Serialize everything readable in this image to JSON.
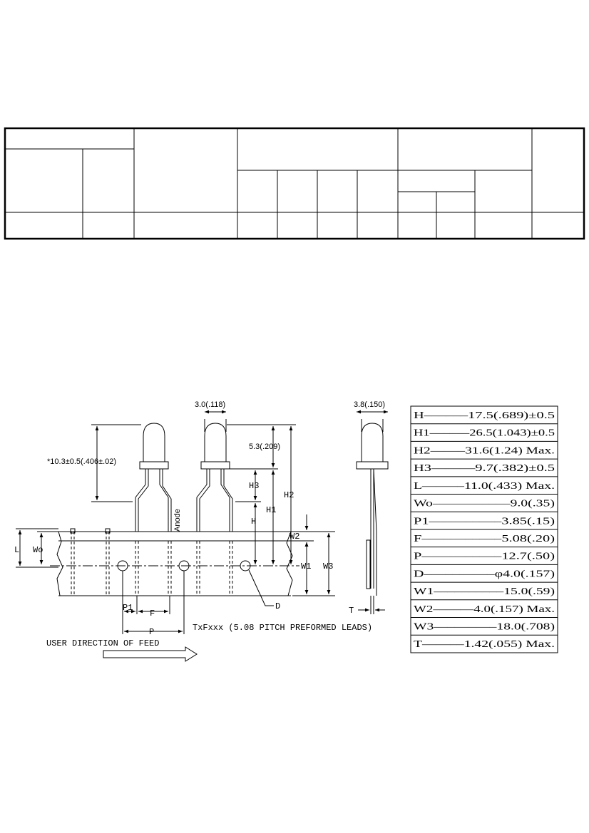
{
  "colors": {
    "ink": "#000000",
    "paper": "#ffffff"
  },
  "spec_table": [
    "H––––––17.5(.689)±0.5",
    "H1––––––26.5(1.043)±0.5",
    "H2–––––31.6(1.24)  Max.",
    "H3––––––9.7(.382)±0.5",
    "L––––––11.0(.433)  Max.",
    "Wo–––––––––––9.0(.35)",
    "P1––––––––––3.85(.15)",
    "F–––––––––––5.08(.20)",
    "P–––––––––––12.7(.50)",
    "D––––––––––φ4.0(.157)",
    "W1––––––––––15.0(.59)",
    "W2––––––4.0(.157)  Max.",
    "W3–––––––––18.0(.708)",
    "T––––––1.42(.055)  Max."
  ],
  "labels": {
    "led_width": "3.0(.118)",
    "side_width": "3.8(.150)",
    "led_height": "5.3(.209)",
    "flange_height": "*10.3±0.5(.406±.02)",
    "anode": "Anode",
    "h3": "H3",
    "h": "H",
    "h1": "H1",
    "h2": "H2",
    "w2": "W2",
    "w1": "W1",
    "w3": "W3",
    "l": "L",
    "wo": "Wo",
    "p1": "P1",
    "f": "F",
    "p": "P",
    "d": "D",
    "t": "T",
    "caption": "TxFxxx (5.08 PITCH PREFORMED LEADS)",
    "feed": "USER DIRECTION OF FEED"
  }
}
